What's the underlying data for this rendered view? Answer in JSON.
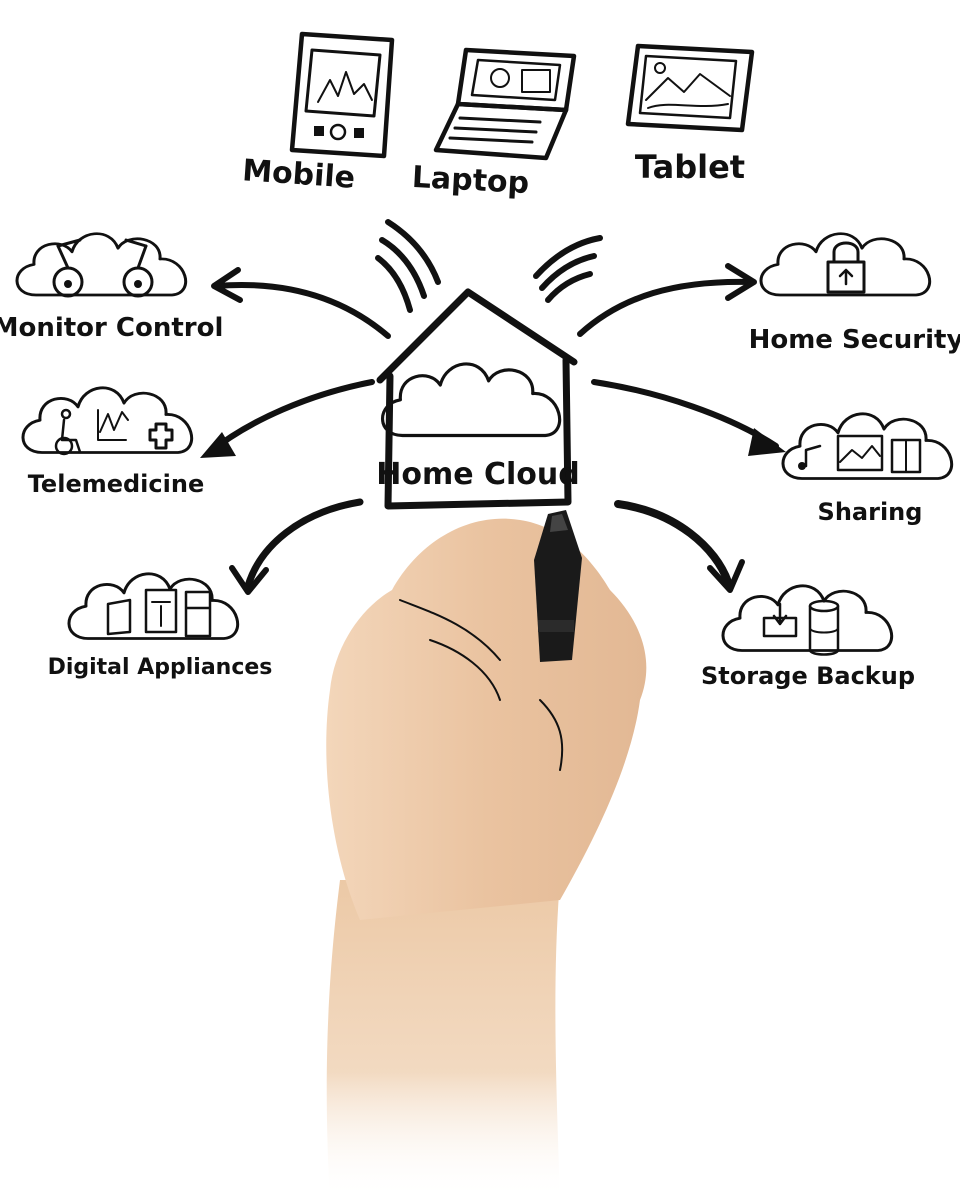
{
  "center": {
    "label": "Home Cloud",
    "icon": "house-cloud-icon"
  },
  "devices": [
    {
      "label": "Mobile",
      "icon": "mobile-phone-icon"
    },
    {
      "label": "Laptop",
      "icon": "laptop-icon"
    },
    {
      "label": "Tablet",
      "icon": "tablet-icon"
    }
  ],
  "services": {
    "monitor_control": {
      "label": "Monitor Control",
      "icon": "security-camera-cloud-icon"
    },
    "telemedicine": {
      "label": "Telemedicine",
      "icon": "telemedicine-cloud-icon"
    },
    "digital_appliances": {
      "label": "Digital Appliances",
      "icon": "appliances-cloud-icon"
    },
    "home_security": {
      "label": "Home Security",
      "icon": "padlock-cloud-icon"
    },
    "sharing": {
      "label": "Sharing",
      "icon": "media-sharing-cloud-icon"
    },
    "storage_backup": {
      "label": "Storage Backup",
      "icon": "storage-drive-cloud-icon"
    }
  },
  "colors": {
    "ink": "#111111",
    "background": "#ffffff",
    "skin": "#ecc9a6",
    "marker": "#1a1a1a"
  }
}
